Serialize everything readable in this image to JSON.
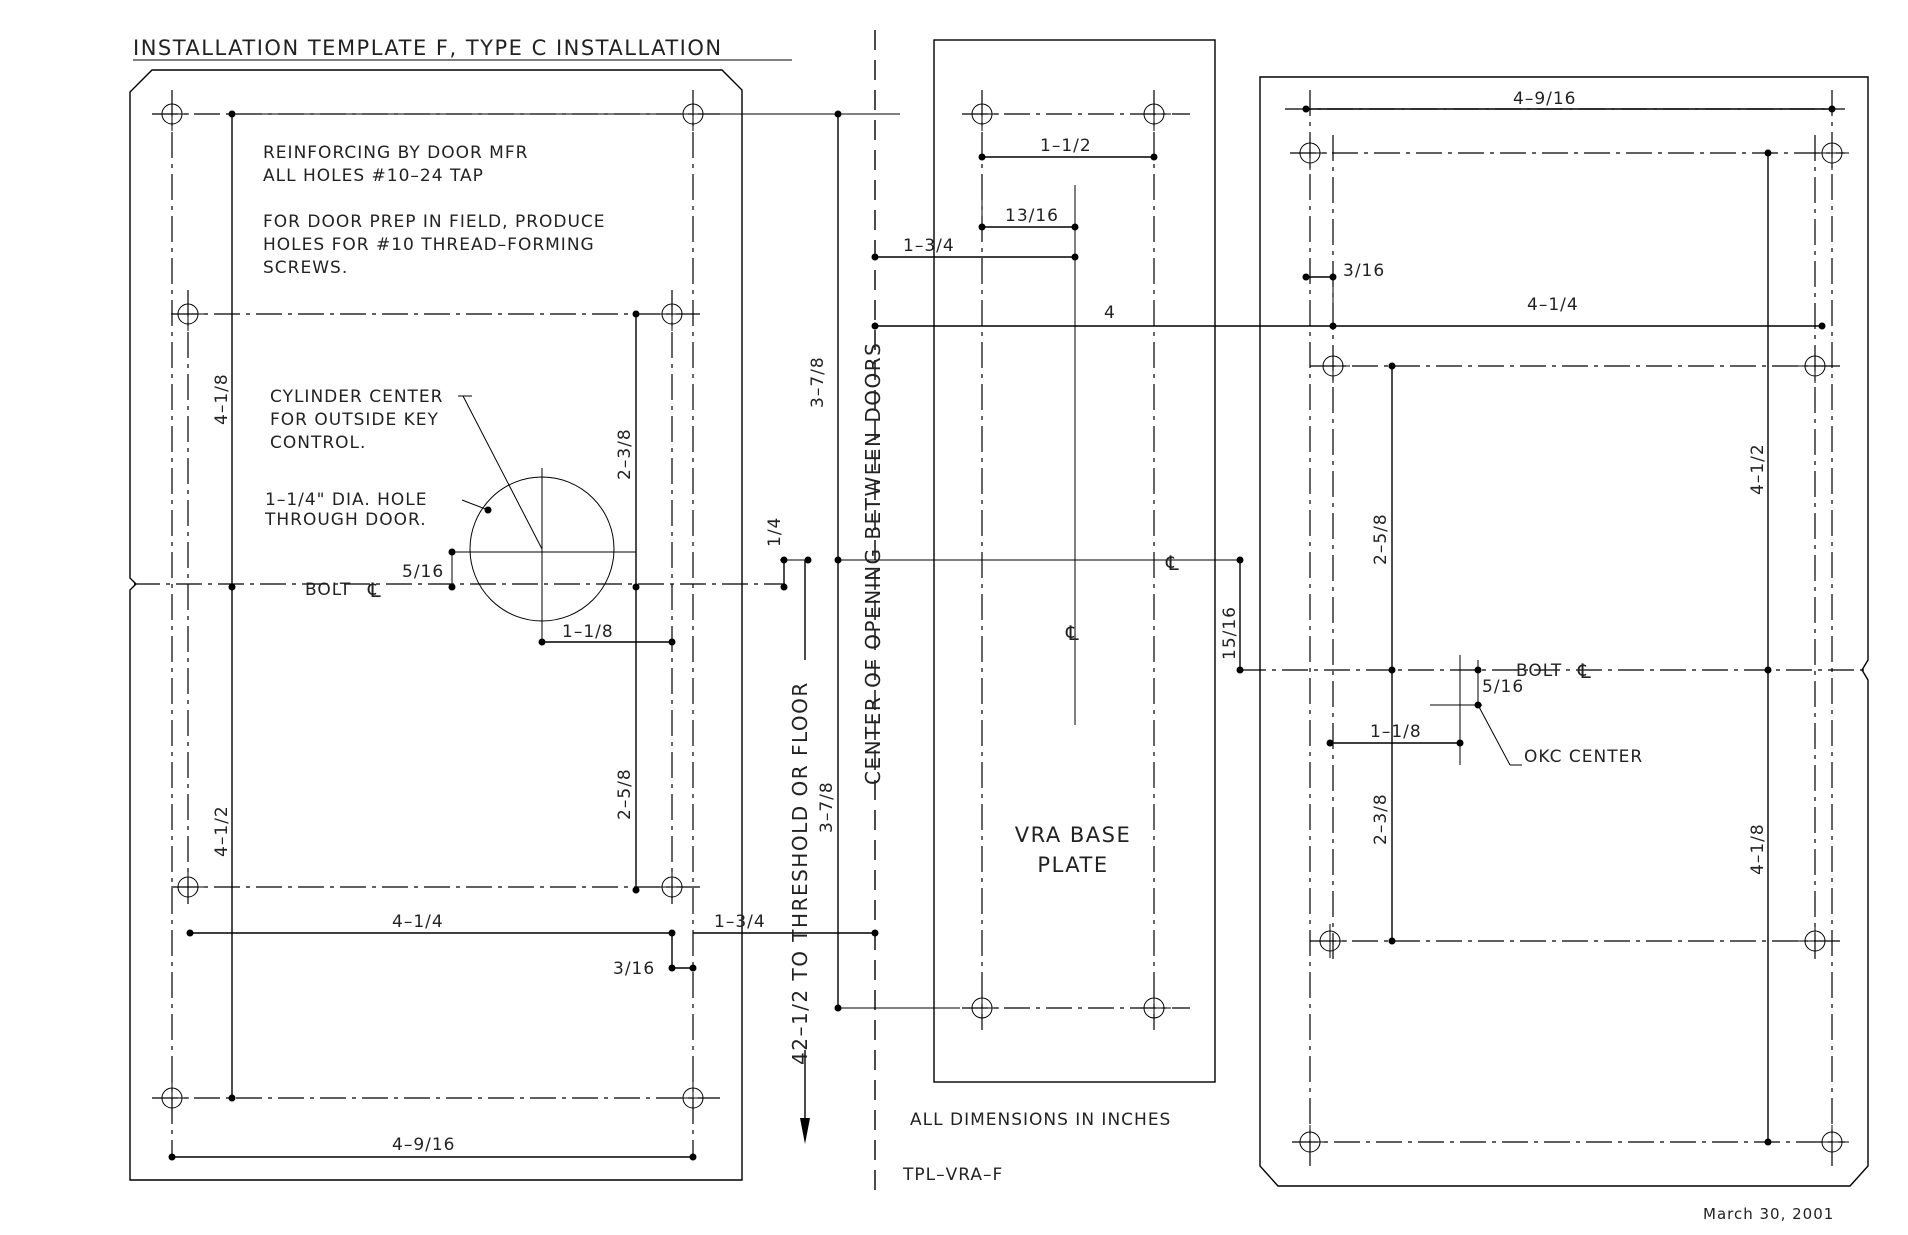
{
  "title": "INSTALLATION TEMPLATE F, TYPE C INSTALLATION",
  "notes": {
    "reinforcing_line1": "REINFORCING BY DOOR MFR",
    "reinforcing_line2": "ALL HOLES #10–24 TAP",
    "field_prep_line1": "FOR DOOR PREP IN FIELD, PRODUCE",
    "field_prep_line2": "HOLES  FOR #10 THREAD–FORMING",
    "field_prep_line3": "SCREWS.",
    "cylinder_line1": "CYLINDER CENTER",
    "cylinder_line2": "FOR OUTSIDE KEY",
    "cylinder_line3": "CONTROL.",
    "hole_line1": "1–1/4\" DIA. HOLE",
    "hole_line2": "THROUGH DOOR.",
    "all_dimensions": "ALL DIMENSIONS IN INCHES",
    "drawing_number": "TPL–VRA–F",
    "date": "March 30, 2001",
    "okc_center": "OKC CENTER",
    "threshold": "42–1/2  TO THRESHOLD OR FLOOR",
    "center_opening": "CENTER OF OPENING BETWEEN DOORS",
    "base_plate_line1": "VRA BASE",
    "base_plate_line2": "PLATE"
  },
  "labels": {
    "bolt_cl_left": "BOLT",
    "bolt_cl_right": "BOLT",
    "centerline_symbol": "℄"
  },
  "dimensions": {
    "left_top_width": "4–9/16",
    "left_4_1_8": "4–1/8",
    "left_4_1_2": "4–1/2",
    "left_2_3_8": "2–3/8",
    "left_2_5_8": "2–5/8",
    "left_5_16": "5/16",
    "left_1_1_8": "1–1/8",
    "left_4_1_4": "4–1/4",
    "left_3_16": "3/16",
    "left_1_3_4": "1–3/4",
    "left_1_4": "1/4",
    "mid_3_7_8_top": "3–7/8",
    "mid_3_7_8_bottom": "3–7/8",
    "mid_1_1_2": "1–1/2",
    "mid_13_16": "13/16",
    "mid_1_3_4": "1–3/4",
    "mid_4": "4",
    "mid_15_16": "15/16",
    "right_top_width": "4–9/16",
    "right_3_16": "3/16",
    "right_4_1_4": "4–1/4",
    "right_4_1_2": "4–1/2",
    "right_2_5_8": "2–5/8",
    "right_2_3_8": "2–3/8",
    "right_4_1_8": "4–1/8",
    "right_5_16": "5/16",
    "right_1_1_8": "1–1/8"
  }
}
